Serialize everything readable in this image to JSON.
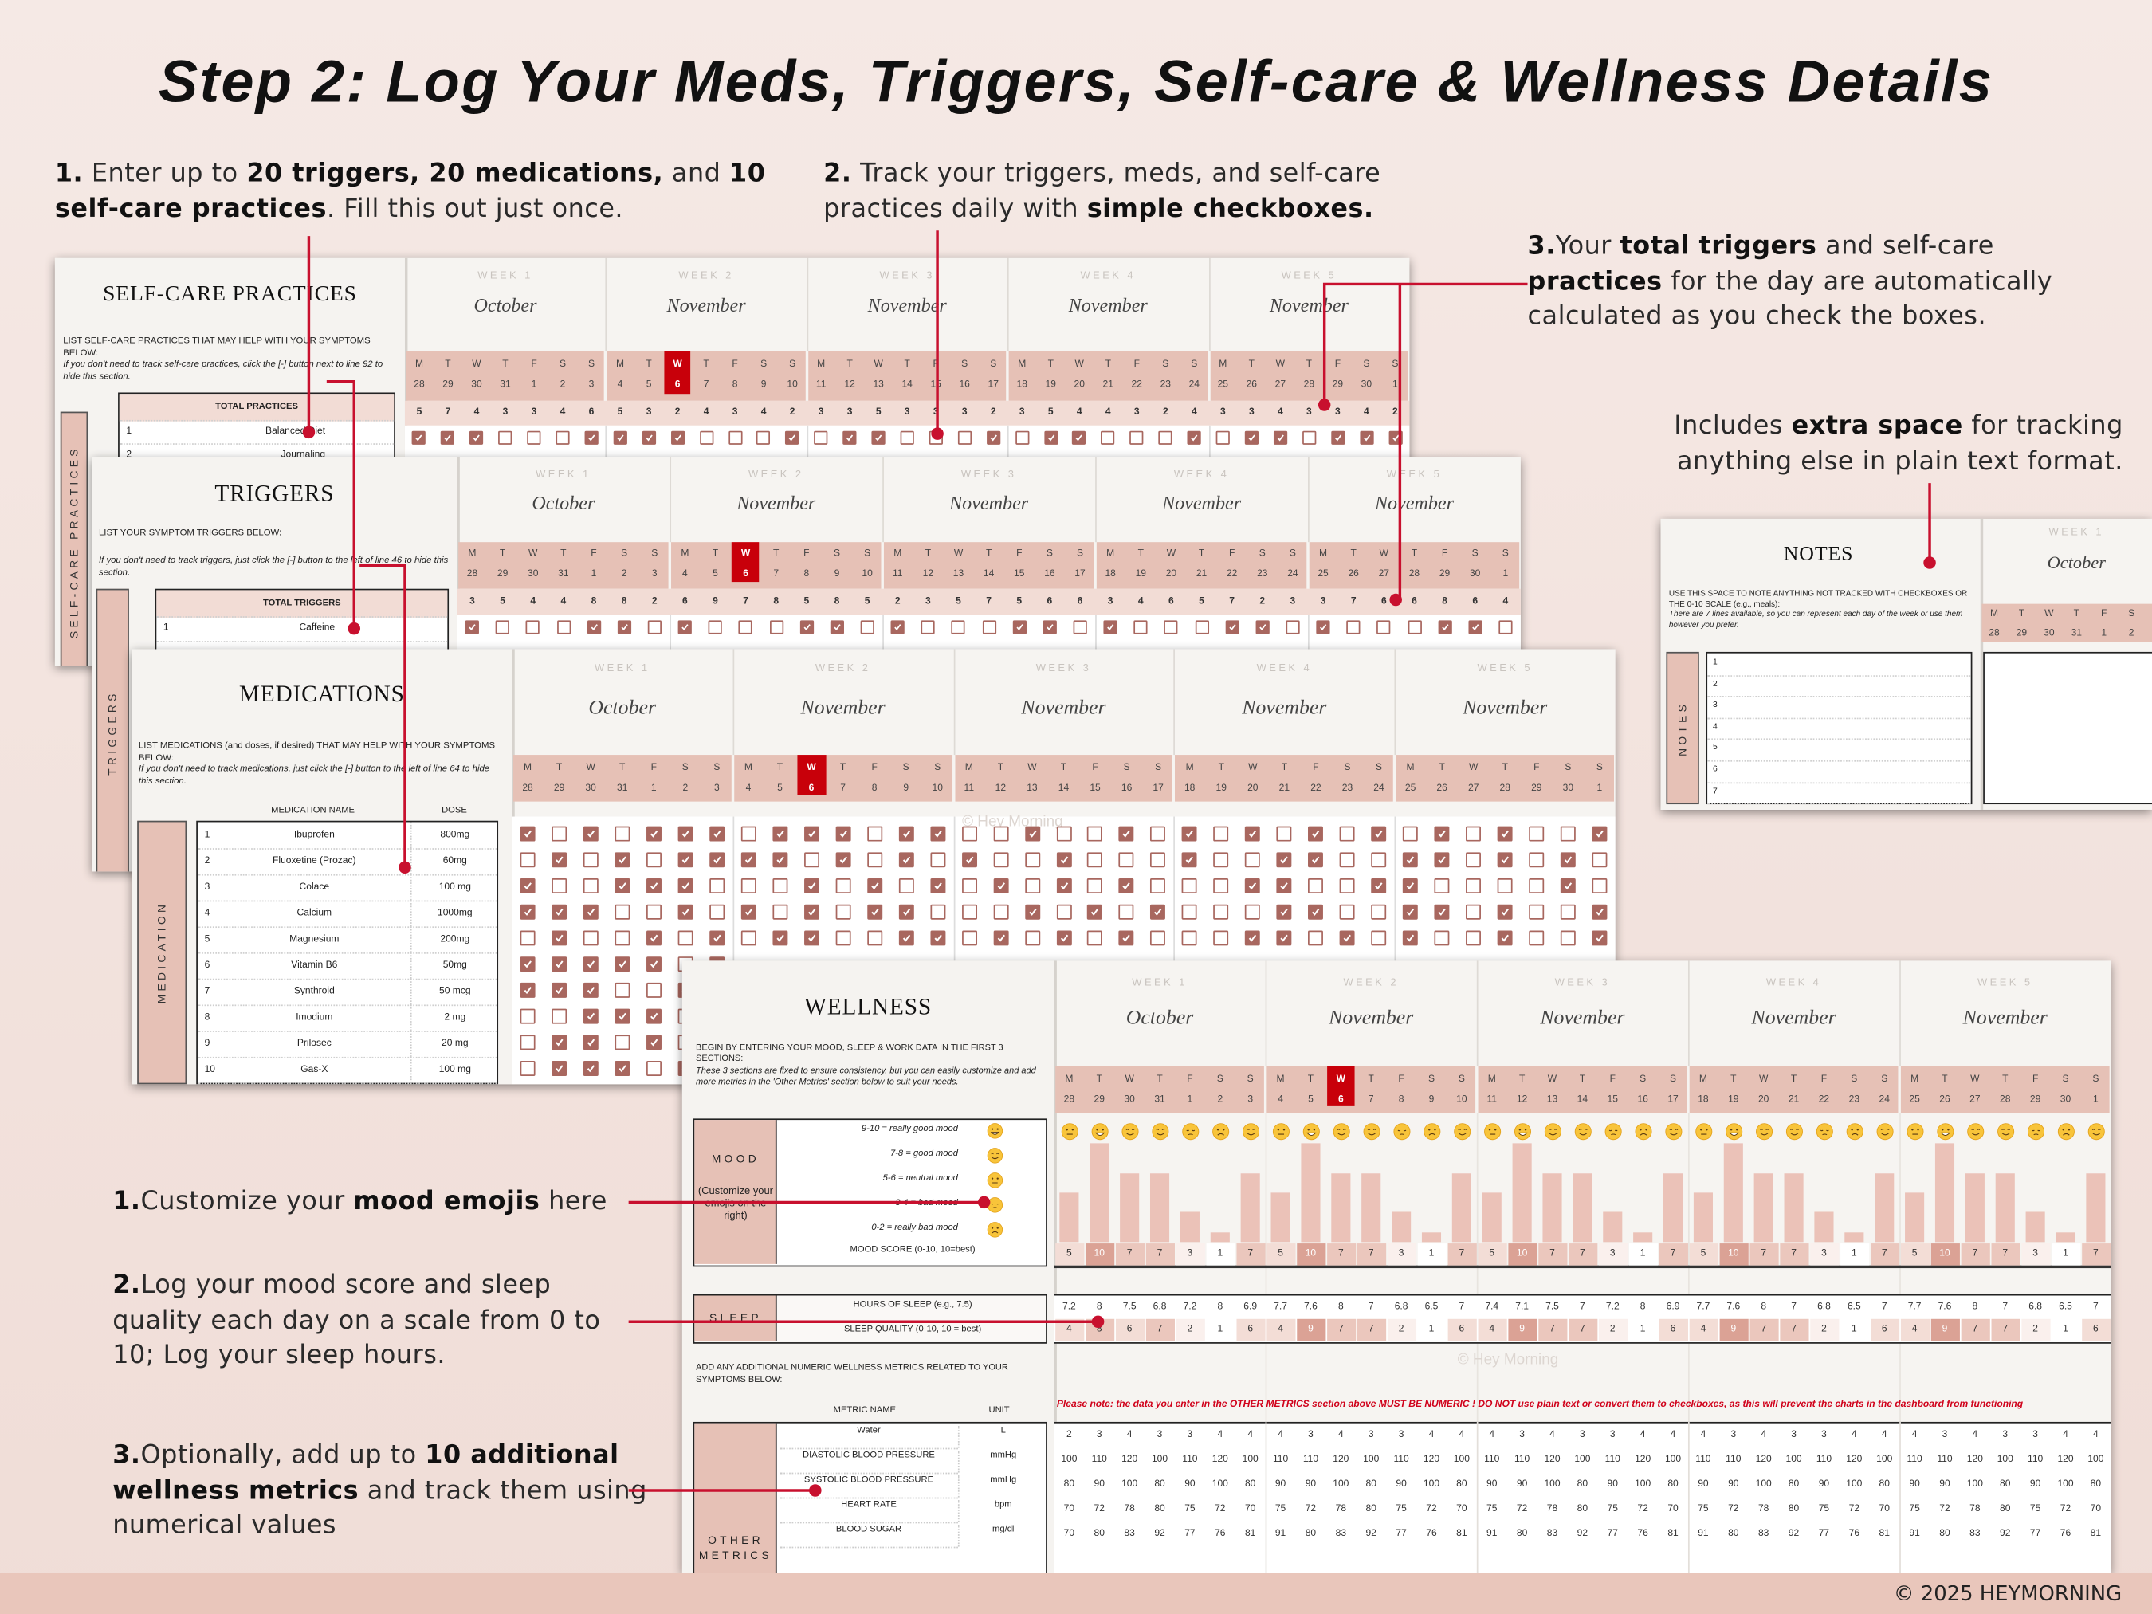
{
  "title": "Step 2: Log Your Meds, Triggers, Self-care & Wellness Details",
  "colors": {
    "accent": "#c8102e",
    "band": "#e6c1b6",
    "checkbox": "#a8675f",
    "today": "#c8000a",
    "footer": "#e9c6bb"
  },
  "callouts": {
    "enter_list": [
      {
        "t": "1.",
        "b": true
      },
      {
        "t": " Enter up to "
      },
      {
        "t": "20 triggers, 20 medications,",
        "b": true
      },
      {
        "t": " and "
      },
      {
        "t": "10",
        "b": true
      },
      {
        "t": " "
      },
      {
        "t": "self-care practices",
        "b": true
      },
      {
        "t": ". Fill this out just once."
      }
    ],
    "track_daily": [
      {
        "t": "2.",
        "b": true
      },
      {
        "t": " Track your triggers, meds, and self-care practices daily with "
      },
      {
        "t": "simple checkboxes.",
        "b": true
      }
    ],
    "totals": [
      {
        "t": "3.",
        "b": true
      },
      {
        "t": "Your "
      },
      {
        "t": "total triggers",
        "b": true
      },
      {
        "t": " and self-care "
      },
      {
        "t": "practices",
        "b": true
      },
      {
        "t": " for the day are automatically calculated as you check the boxes."
      }
    ],
    "notes": [
      {
        "t": "Includes "
      },
      {
        "t": "extra space",
        "b": true
      },
      {
        "t": " for tracking anything else in plain text format."
      }
    ],
    "mood": [
      {
        "t": "1.",
        "b": true
      },
      {
        "t": "Customize your "
      },
      {
        "t": "mood emojis",
        "b": true
      },
      {
        "t": " here"
      }
    ],
    "sleep": [
      {
        "t": "2.",
        "b": true
      },
      {
        "t": "Log your mood score and sleep quality each day on a scale from 0 to 10; Log your sleep hours."
      }
    ],
    "metrics": [
      {
        "t": "3.",
        "b": true
      },
      {
        "t": "Optionally, add up to "
      },
      {
        "t": "10 additional wellness metrics",
        "b": true
      },
      {
        "t": " and track them using numerical values"
      }
    ]
  },
  "calendar": {
    "week_labels": [
      "WEEK 1",
      "WEEK 2",
      "WEEK 3",
      "WEEK 4",
      "WEEK 5"
    ],
    "months": [
      "October",
      "November",
      "November",
      "November",
      "November"
    ],
    "day_letters": [
      "M",
      "T",
      "W",
      "T",
      "F",
      "S",
      "S"
    ],
    "dates": [
      [
        "28",
        "29",
        "30",
        "31",
        "1",
        "2",
        "3"
      ],
      [
        "4",
        "5",
        "6",
        "7",
        "8",
        "9",
        "10"
      ],
      [
        "11",
        "12",
        "13",
        "14",
        "15",
        "16",
        "17"
      ],
      [
        "18",
        "19",
        "20",
        "21",
        "22",
        "23",
        "24"
      ],
      [
        "25",
        "26",
        "27",
        "28",
        "29",
        "30",
        "1"
      ]
    ],
    "today": {
      "week": 1,
      "day": 2
    }
  },
  "self_care": {
    "title": "SELF-CARE PRACTICES",
    "instructions": "LIST SELF-CARE PRACTICES THAT MAY HELP WITH YOUR SYMPTOMS BELOW:",
    "hint": "If you don't need to track self-care practices, click the [-] button next to line 92 to hide this section.",
    "side_label": "SELF-CARE PRACTICES",
    "total_label": "TOTAL PRACTICES",
    "items": [
      {
        "num": "1",
        "name": "Balanced Diet"
      },
      {
        "num": "2",
        "name": "Journaling"
      }
    ],
    "totals": [
      "5",
      "7",
      "4",
      "3",
      "3",
      "4",
      "6",
      "5",
      "3",
      "2",
      "4",
      "3",
      "4",
      "2",
      "3",
      "3",
      "5",
      "3",
      "3",
      "3",
      "2",
      "3",
      "5",
      "4",
      "4",
      "3",
      "2",
      "4",
      "3",
      "3",
      "4",
      "3",
      "3",
      "4",
      "2"
    ],
    "checks": [
      "11100011110001011000101100010110111"
    ]
  },
  "triggers": {
    "title": "TRIGGERS",
    "instructions": "LIST YOUR SYMPTOM TRIGGERS BELOW:",
    "hint": "If you don't need to track triggers, just click the [-] button to the left of line 46 to hide this section.",
    "side_label": "TRIGGERS",
    "total_label": "TOTAL TRIGGERS",
    "items": [
      {
        "num": "1",
        "name": "Caffeine"
      }
    ],
    "totals": [
      "3",
      "5",
      "4",
      "4",
      "8",
      "8",
      "2",
      "6",
      "9",
      "7",
      "8",
      "5",
      "8",
      "5",
      "2",
      "3",
      "5",
      "7",
      "5",
      "6",
      "6",
      "3",
      "4",
      "6",
      "5",
      "7",
      "2",
      "3",
      "3",
      "7",
      "6",
      "6",
      "8",
      "6",
      "4"
    ],
    "checks": [
      "10001101000110100011010001101000110"
    ]
  },
  "medications": {
    "title": "MEDICATIONS",
    "instructions": "LIST MEDICATIONS (and doses, if desired) THAT MAY HELP WITH YOUR SYMPTOMS BELOW:",
    "hint": "If you don't need to track medications, just click the [-] button to the left of line 64 to hide this section.",
    "side_label": "MEDICATION",
    "col_name": "MEDICATION NAME",
    "col_dose": "DOSE",
    "watermark": "© Hey Morning",
    "items": [
      {
        "num": "1",
        "name": "Ibuprofen",
        "dose": "800mg"
      },
      {
        "num": "2",
        "name": "Fluoxetine (Prozac)",
        "dose": "60mg"
      },
      {
        "num": "3",
        "name": "Colace",
        "dose": "100 mg"
      },
      {
        "num": "4",
        "name": "Calcium",
        "dose": "1000mg"
      },
      {
        "num": "5",
        "name": "Magnesium",
        "dose": "200mg"
      },
      {
        "num": "6",
        "name": "Vitamin B6",
        "dose": "50mg"
      },
      {
        "num": "7",
        "name": "Synthroid",
        "dose": "50 mcg"
      },
      {
        "num": "8",
        "name": "Imodium",
        "dose": "2 mg"
      },
      {
        "num": "9",
        "name": "Prilosec",
        "dose": "20 mg"
      },
      {
        "num": "10",
        "name": "Gas-X",
        "dose": "100 mg"
      }
    ],
    "checks": [
      "10101110111011001001010101010101001",
      "01010111101010100100010011001101010",
      "10011100010101010101000110011000010",
      "11100101010110001010100011001101001",
      "01001010110011010101000110101001001",
      "1111101",
      "1110011",
      "0011101",
      "0110101",
      "0111010"
    ]
  },
  "wellness": {
    "title": "WELLNESS",
    "instructions": "BEGIN BY ENTERING YOUR MOOD, SLEEP & WORK DATA IN THE FIRST 3 SECTIONS:",
    "hint": "These 3 sections are fixed to ensure consistency, but you can easily customize and add more metrics in the 'Other Metrics' section below to suit your needs.",
    "mood_label": "MOOD",
    "mood_sub": "(Customize your emojis on the right)",
    "mood_legend": [
      {
        "text": "9-10 = really good mood",
        "emoji": "grinning-face"
      },
      {
        "text": "7-8 = good mood",
        "emoji": "smiling-face"
      },
      {
        "text": "5-6 = neutral mood",
        "emoji": "neutral-face"
      },
      {
        "text": "3-4 = bad mood",
        "emoji": "pensive-face"
      },
      {
        "text": "0-2 = really bad mood",
        "emoji": "frowning-face"
      }
    ],
    "mood_score_label": "MOOD SCORE (0-10, 10=best)",
    "sleep_label": "SLEEP",
    "sleep_hours_label": "HOURS OF SLEEP (e.g., 7.5)",
    "sleep_quality_label": "SLEEP QUALITY (0-10, 10 = best)",
    "extra_instructions": "ADD ANY ADDITIONAL NUMERIC WELLNESS METRICS RELATED TO YOUR SYMPTOMS BELOW:",
    "col_metric": "METRIC NAME",
    "col_unit": "UNIT",
    "other_label": "OTHER METRICS",
    "warning": "Please note: the data you enter in the OTHER METRICS section above MUST BE NUMERIC !  DO NOT use plain text or convert them to checkboxes, as this will prevent the charts in the dashboard from functioning",
    "watermark": "© Hey Morning",
    "mood_scores": [
      "5",
      "10",
      "7",
      "7",
      "3",
      "1",
      "7",
      "5",
      "10",
      "7",
      "7",
      "3",
      "1",
      "7",
      "5",
      "10",
      "7",
      "7",
      "3",
      "1",
      "7",
      "5",
      "10",
      "7",
      "7",
      "3",
      "1",
      "7",
      "5",
      "10",
      "7",
      "7",
      "3",
      "1",
      "7"
    ],
    "sleep_hours": [
      "7.2",
      "8",
      "7.5",
      "6.8",
      "7.2",
      "8",
      "6.9",
      "7.7",
      "7.6",
      "8",
      "7",
      "6.8",
      "6.5",
      "7",
      "7.4",
      "7.1",
      "7.5",
      "7",
      "7.2",
      "8",
      "6.9",
      "7.7",
      "7.6",
      "8",
      "7",
      "6.8",
      "6.5",
      "7",
      "7.7",
      "7.6",
      "8",
      "7",
      "6.8",
      "6.5",
      "7"
    ],
    "sleep_quality": [
      "4",
      "8",
      "6",
      "7",
      "2",
      "1",
      "6",
      "4",
      "9",
      "7",
      "7",
      "2",
      "1",
      "6",
      "4",
      "9",
      "7",
      "7",
      "2",
      "1",
      "6",
      "4",
      "9",
      "7",
      "7",
      "2",
      "1",
      "6",
      "4",
      "9",
      "7",
      "7",
      "2",
      "1",
      "6"
    ],
    "metrics": [
      {
        "name": "Water",
        "unit": "L",
        "values": [
          "2",
          "3",
          "4",
          "3",
          "3",
          "4",
          "4",
          "4",
          "3",
          "4",
          "3",
          "3",
          "4",
          "4",
          "4",
          "3",
          "4",
          "3",
          "3",
          "4",
          "4",
          "4",
          "3",
          "4",
          "3",
          "3",
          "4",
          "4",
          "4",
          "3",
          "4",
          "3",
          "3",
          "4",
          "4"
        ]
      },
      {
        "name": "DIASTOLIC BLOOD PRESSURE",
        "unit": "mmHg",
        "values": [
          "100",
          "110",
          "120",
          "100",
          "110",
          "120",
          "100",
          "110",
          "110",
          "120",
          "100",
          "110",
          "120",
          "100",
          "110",
          "110",
          "120",
          "100",
          "110",
          "120",
          "100",
          "110",
          "110",
          "120",
          "100",
          "110",
          "120",
          "100",
          "110",
          "110",
          "120",
          "100",
          "110",
          "120",
          "100"
        ]
      },
      {
        "name": "SYSTOLIC BLOOD PRESSURE",
        "unit": "mmHg",
        "values": [
          "80",
          "90",
          "100",
          "80",
          "90",
          "100",
          "80",
          "90",
          "90",
          "100",
          "80",
          "90",
          "100",
          "80",
          "90",
          "90",
          "100",
          "80",
          "90",
          "100",
          "80",
          "90",
          "90",
          "100",
          "80",
          "90",
          "100",
          "80",
          "90",
          "90",
          "100",
          "80",
          "90",
          "100",
          "80"
        ]
      },
      {
        "name": "HEART RATE",
        "unit": "bpm",
        "values": [
          "70",
          "72",
          "78",
          "80",
          "75",
          "72",
          "70",
          "75",
          "72",
          "78",
          "80",
          "75",
          "72",
          "70",
          "75",
          "72",
          "78",
          "80",
          "75",
          "72",
          "70",
          "75",
          "72",
          "78",
          "80",
          "75",
          "72",
          "70",
          "75",
          "72",
          "78",
          "80",
          "75",
          "72",
          "70"
        ]
      },
      {
        "name": "BLOOD SUGAR",
        "unit": "mg/dl",
        "values": [
          "70",
          "80",
          "83",
          "92",
          "77",
          "76",
          "81",
          "91",
          "80",
          "83",
          "92",
          "77",
          "76",
          "81",
          "91",
          "80",
          "83",
          "92",
          "77",
          "76",
          "81",
          "91",
          "80",
          "83",
          "92",
          "77",
          "76",
          "81",
          "91",
          "80",
          "83",
          "92",
          "77",
          "76",
          "81"
        ]
      }
    ]
  },
  "notes": {
    "title": "NOTES",
    "instructions": "USE THIS SPACE TO NOTE ANYTHING NOT TRACKED WITH CHECKBOXES OR THE 0-10 SCALE (e.g., meals):",
    "hint": "There are 7 lines available, so you can represent each day of the week or use them however you prefer.",
    "side_label": "NOTES",
    "lines": [
      "1",
      "2",
      "3",
      "4",
      "5",
      "6",
      "7"
    ]
  },
  "footer": {
    "copyright": "© 2025 HEYMORNING"
  }
}
